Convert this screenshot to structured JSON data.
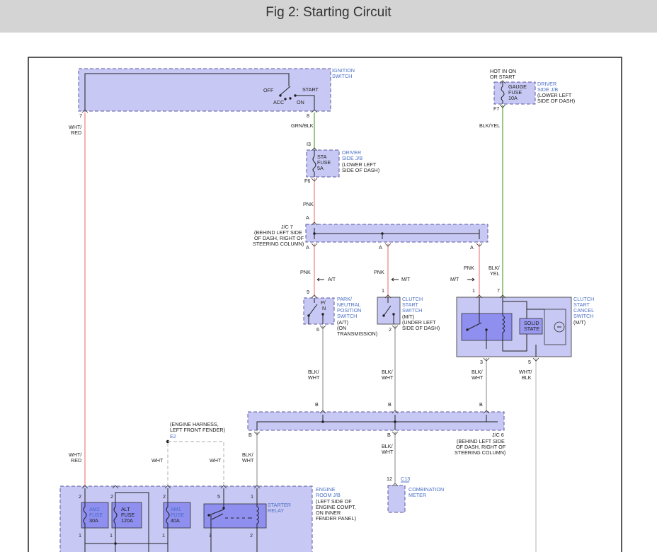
{
  "figure": {
    "title": "Fig 2: Starting Circuit"
  },
  "components": {
    "ignition_switch": {
      "name": [
        "IGNITION",
        "SWITCH"
      ],
      "off": "OFF",
      "start": "START",
      "acc": "ACC",
      "on": "ON",
      "pin_left": "7",
      "pin_right": "8"
    },
    "gauge_fuse": {
      "hot_note": [
        "HOT IN ON",
        "OR START"
      ],
      "label": [
        "GAUGE",
        "FUSE",
        "10A"
      ],
      "jb": [
        "DRIVER",
        "SIDE J/B"
      ],
      "loc": [
        "(LOWER LEFT",
        "SIDE OF DASH)"
      ],
      "pin": "F7"
    },
    "sta_fuse": {
      "label": [
        "STA",
        "FUSE",
        "5A"
      ],
      "jb": [
        "DRIVER",
        "SIDE J/B"
      ],
      "loc": [
        "(LOWER LEFT",
        "SIDE OF DASH)"
      ],
      "pin_top": "I3",
      "pin_bottom": "F6"
    },
    "jc7": {
      "name": "J/C 7",
      "loc": [
        "(BEHIND LEFT SIDE",
        "OF DASH, RIGHT OF",
        "STEERING COLUMN)"
      ],
      "pin": "A"
    },
    "pn_switch": {
      "label": [
        "P/",
        "N"
      ],
      "name": [
        "PARK/",
        "NEUTRAL",
        "POSITION",
        "SWITCH"
      ],
      "loc": [
        "(A/T)",
        "(ON",
        "TRANSMISSION)"
      ],
      "pin_top": "9",
      "pin_bottom": "6",
      "note": "A/T"
    },
    "clutch_switch": {
      "name": [
        "CLUTCH",
        "START",
        "SWITCH"
      ],
      "loc": [
        "(M/T)",
        "(UNDER LEFT",
        "SIDE OF DASH)"
      ],
      "pin_top": "1",
      "pin_bottom": "2",
      "note": "M/T"
    },
    "cancel_switch": {
      "name": [
        "CLUTCH",
        "START",
        "CANCEL",
        "SWITCH"
      ],
      "loc": [
        "(M/T)"
      ],
      "solid_state": [
        "SOLID",
        "STATE"
      ],
      "pins": [
        "1",
        "7",
        "3",
        "5"
      ],
      "note": "M/T"
    },
    "jc6": {
      "name": "J/C 6",
      "loc": [
        "(BEHIND LEFT SIDE",
        "OF DASH, RIGHT OF",
        "STEERING COLUMN)"
      ],
      "pin": "B"
    },
    "engine_harness": {
      "note": [
        "(ENGINE HARNESS,",
        "LEFT FRONT FENDER)"
      ],
      "splice": "E2"
    },
    "engine_room_jb": {
      "name": [
        "ENGINE",
        "ROOM J/B"
      ],
      "loc": [
        "(LEFT SIDE OF",
        "ENGINE COMPT,",
        "ON INNER",
        "FENDER PANEL)"
      ],
      "am2": [
        "AM2",
        "FUSE",
        "30A"
      ],
      "alt": [
        "ALT",
        "FUSE",
        "120A"
      ],
      "am1": [
        "AM1",
        "FUSE",
        "40A"
      ],
      "relay": [
        "STARTER",
        "RELAY"
      ]
    },
    "combination_meter": {
      "name": [
        "COMBINATION",
        "METER"
      ],
      "connector": "C13",
      "pin": "12"
    }
  },
  "wires": {
    "wht_red": [
      "WHT/",
      "RED"
    ],
    "grn_blk": "GRN/BLK",
    "blk_yel": "BLK/YEL",
    "pnk": "PNK",
    "blk_yel_split": [
      "BLK/",
      "YEL"
    ],
    "blk_wht": [
      "BLK/",
      "WHT"
    ],
    "wht_blk": [
      "WHT/",
      "BLK"
    ],
    "wht": "WHT"
  },
  "colors": {
    "pink_wire": "#f08080",
    "green_wire": "#5aa03c",
    "black_wire": "#555555",
    "white_wire": "#bdbdbd",
    "box_fill": "#c8c8f4",
    "component_fill": "#8f8ff0",
    "label_blue": "#4a6fc4"
  }
}
